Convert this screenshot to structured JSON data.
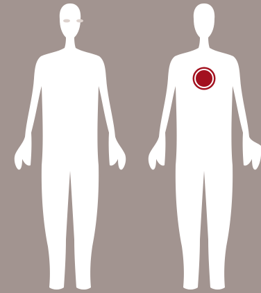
{
  "colors": {
    "background": "#a29490",
    "body": "#ffffff",
    "eyes": "#ddd2cd",
    "marker": "#a3111f",
    "marker_ring": "#ffffff"
  },
  "figures": [
    {
      "id": "front",
      "view": "front",
      "eyes": true,
      "marker": false
    },
    {
      "id": "back",
      "view": "back",
      "eyes": false,
      "marker": true
    }
  ]
}
